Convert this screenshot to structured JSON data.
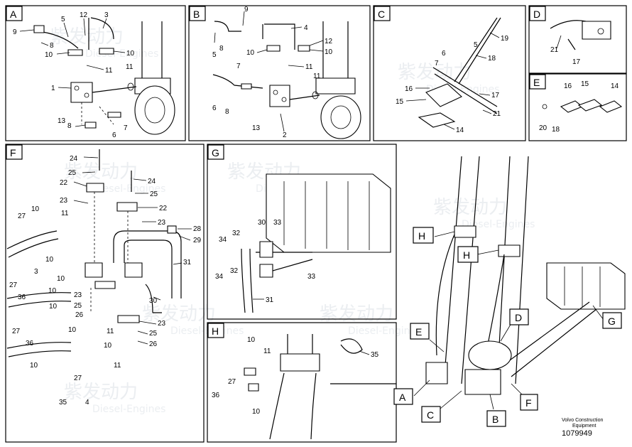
{
  "panels": {
    "A": {
      "label": "A",
      "callouts": [
        "9",
        "5",
        "12",
        "3",
        "8",
        "10",
        "10",
        "11",
        "11",
        "1",
        "13",
        "8",
        "6",
        "7"
      ]
    },
    "B": {
      "label": "B",
      "callouts": [
        "9",
        "4",
        "5",
        "8",
        "12",
        "10",
        "10",
        "7",
        "11",
        "11",
        "6",
        "8",
        "13",
        "2"
      ]
    },
    "C": {
      "label": "C",
      "callouts": [
        "19",
        "5",
        "6",
        "18",
        "7",
        "16",
        "17",
        "15",
        "21",
        "14"
      ]
    },
    "D": {
      "label": "D",
      "callouts": [
        "21",
        "17"
      ]
    },
    "E": {
      "label": "E",
      "callouts": [
        "16",
        "15",
        "14",
        "20",
        "18"
      ]
    },
    "F": {
      "label": "F",
      "callouts": [
        "24",
        "25",
        "22",
        "24",
        "25",
        "23",
        "22",
        "27",
        "10",
        "11",
        "23",
        "28",
        "29",
        "3",
        "10",
        "10",
        "31",
        "27",
        "10",
        "36",
        "23",
        "25",
        "26",
        "30",
        "10",
        "11",
        "27",
        "10",
        "36",
        "23",
        "25",
        "26",
        "10",
        "11",
        "10",
        "27",
        "4",
        "35"
      ]
    },
    "G": {
      "label": "G",
      "callouts": [
        "30",
        "33",
        "34",
        "32",
        "34",
        "32",
        "33",
        "31"
      ]
    },
    "H": {
      "label": "H",
      "callouts": [
        "10",
        "11",
        "27",
        "36",
        "10",
        "35"
      ]
    }
  },
  "overview_tags": [
    "H",
    "H",
    "D",
    "E",
    "G",
    "A",
    "C",
    "B",
    "F"
  ],
  "watermark": {
    "brand": "紫发动力",
    "sub": "Diesel-Engines"
  },
  "footer": {
    "company_line1": "Volvo Construction",
    "company_line2": "Equipment",
    "drawing_number": "1079949"
  }
}
